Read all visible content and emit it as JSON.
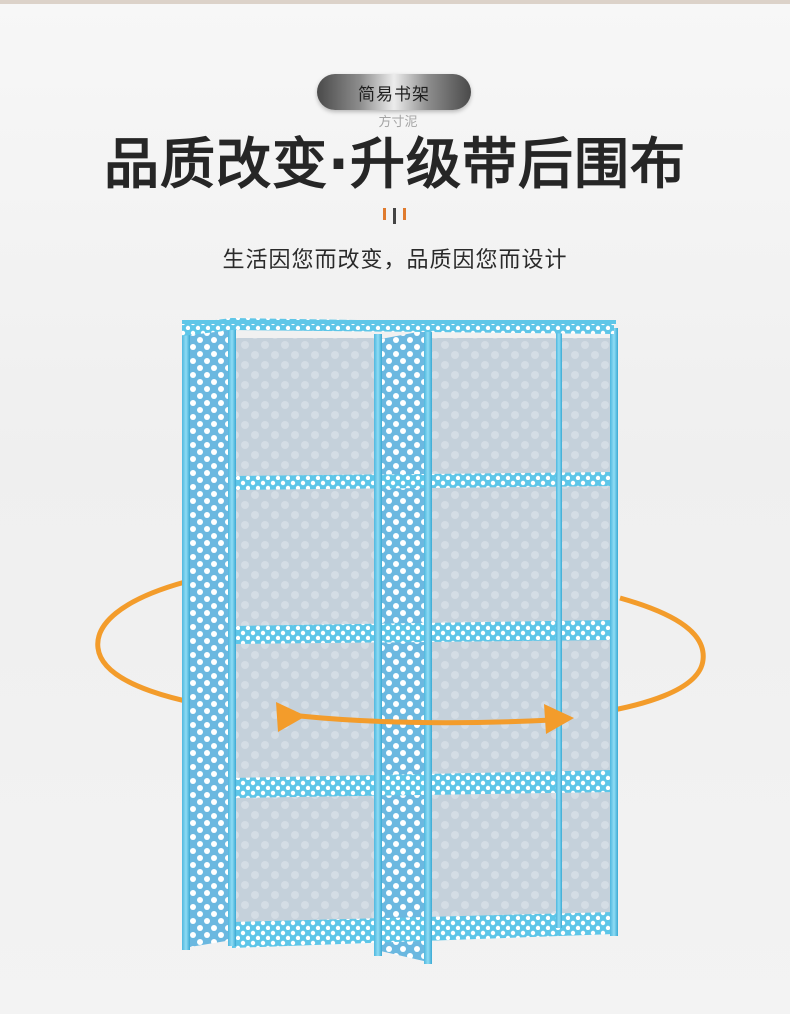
{
  "badge": {
    "label": "简易书架"
  },
  "watermark": {
    "text": "方寸泥"
  },
  "headline": {
    "text": "品质改变·升级带后围布"
  },
  "tagline": {
    "text": "生活因您而改变，品质因您而设计"
  },
  "product": {
    "name": "bookshelf-with-back-cover",
    "frame_color": "#5ec6e8",
    "fabric_color": "#6bb8e0",
    "back_cloth_color": "#b9c7d4",
    "arrow_color": "#f39c2b"
  }
}
